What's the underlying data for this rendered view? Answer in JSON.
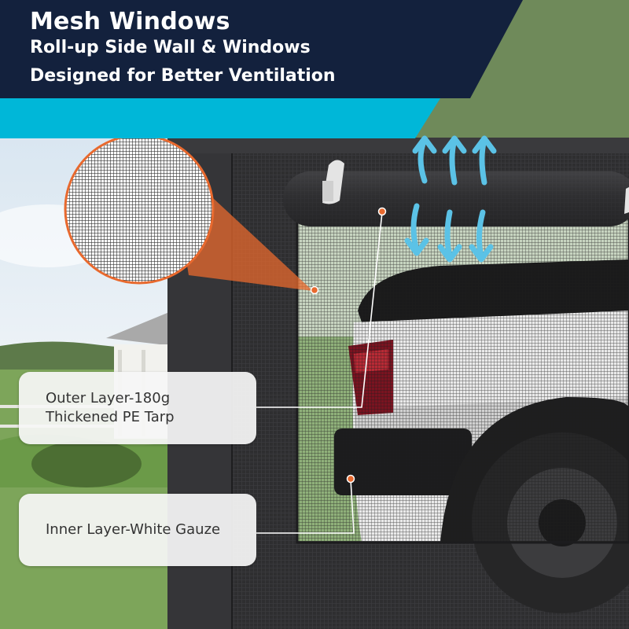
{
  "header": {
    "title": "Mesh Windows",
    "subtitle_line1": "Roll-up Side Wall & Windows",
    "subtitle_line2": "Designed for Better Ventilation"
  },
  "callouts": {
    "outer_layer": "Outer Layer-180g\nThickened PE Tarp",
    "inner_layer": "Inner Layer-White Gauze"
  },
  "colors": {
    "header_navy": "#13213d",
    "accent_cyan": "#00b7d8",
    "callout_orange": "#e8692e",
    "arrow_blue": "#5bc2e6",
    "tarp_dark": "#2b2b2d"
  }
}
